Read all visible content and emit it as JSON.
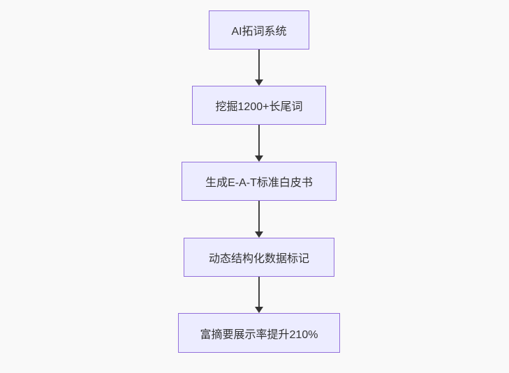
{
  "diagram": {
    "type": "flowchart",
    "direction": "top-down",
    "nodes": [
      {
        "id": "n1",
        "label": "AI拓词系统"
      },
      {
        "id": "n2",
        "label": "挖掘1200+长尾词"
      },
      {
        "id": "n3",
        "label": "生成E-A-T标准白皮书"
      },
      {
        "id": "n4",
        "label": "动态结构化数据标记"
      },
      {
        "id": "n5",
        "label": "富摘要展示率提升210%"
      }
    ],
    "edges": [
      {
        "from": "n1",
        "to": "n2"
      },
      {
        "from": "n2",
        "to": "n3"
      },
      {
        "from": "n3",
        "to": "n4"
      },
      {
        "from": "n4",
        "to": "n5"
      }
    ],
    "colors": {
      "node_fill": "#ECECFF",
      "node_border": "#9370DB",
      "arrow": "#333333",
      "text": "#333333",
      "background": "#f9f9f9"
    }
  }
}
